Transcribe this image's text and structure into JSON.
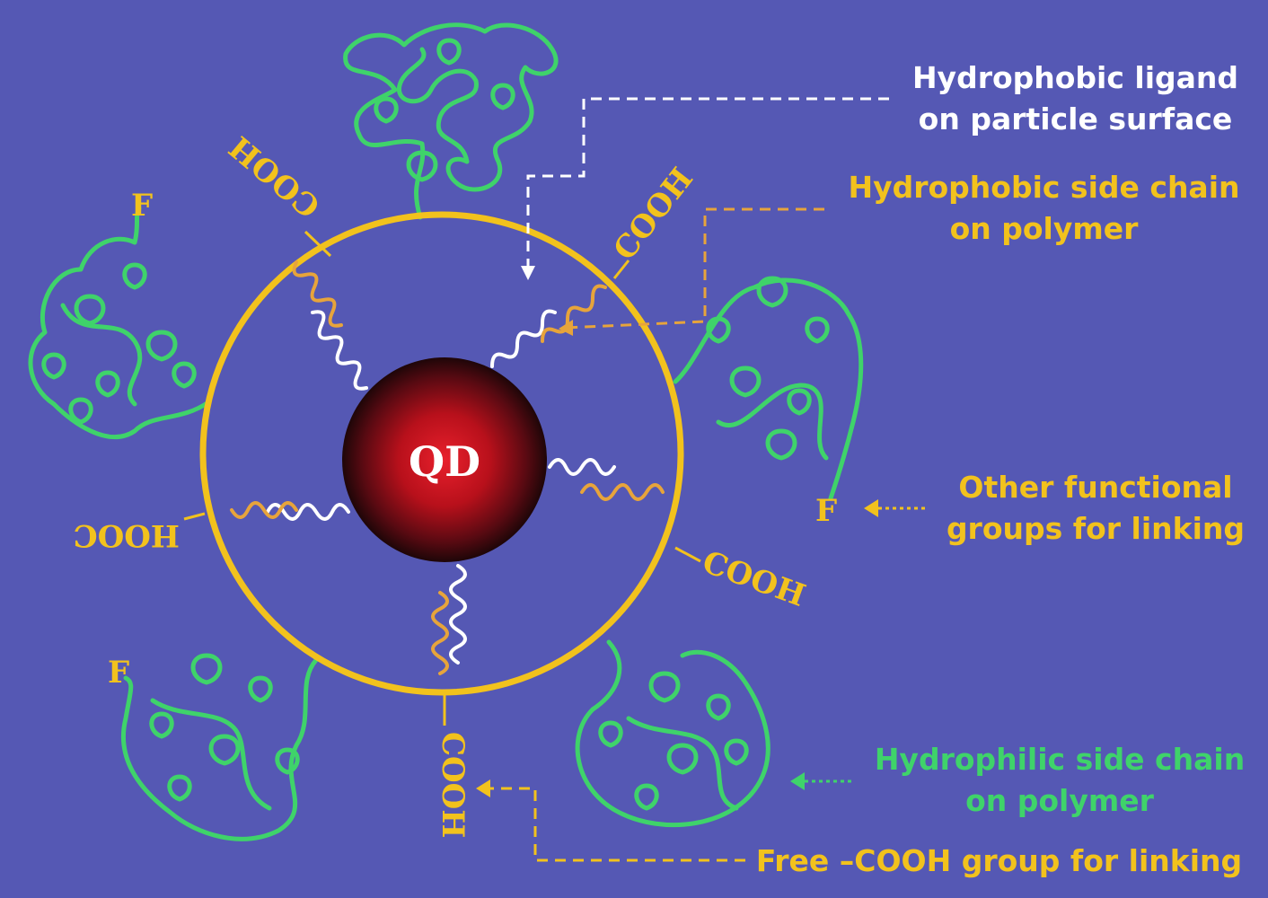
{
  "core": {
    "label": "QD"
  },
  "groups": {
    "cooh": "COOH",
    "hooc": "HOOC",
    "f": "F"
  },
  "labels": {
    "hydrophobic_ligand": {
      "line1": "Hydrophobic ligand",
      "line2": "on particle surface"
    },
    "hydrophobic_side_chain": {
      "line1": "Hydrophobic side chain",
      "line2": "on polymer"
    },
    "other_functional": {
      "line1": "Other functional",
      "line2": "groups for linking"
    },
    "hydrophilic_side_chain": {
      "line1": "Hydrophilic side chain",
      "line2": "on polymer"
    },
    "free_cooh": {
      "line1": "Free –COOH group for linking"
    }
  },
  "colors": {
    "background": "#5558b4",
    "ring": "#f2c21d",
    "polymer_hydrophilic": "#3fd36a",
    "ligand": "#ffffff",
    "side_chain": "#e7a43b",
    "label_white": "#ffffff",
    "label_yellow": "#f2c21d",
    "label_green": "#3fd36a",
    "core_red": "#c8121d"
  }
}
